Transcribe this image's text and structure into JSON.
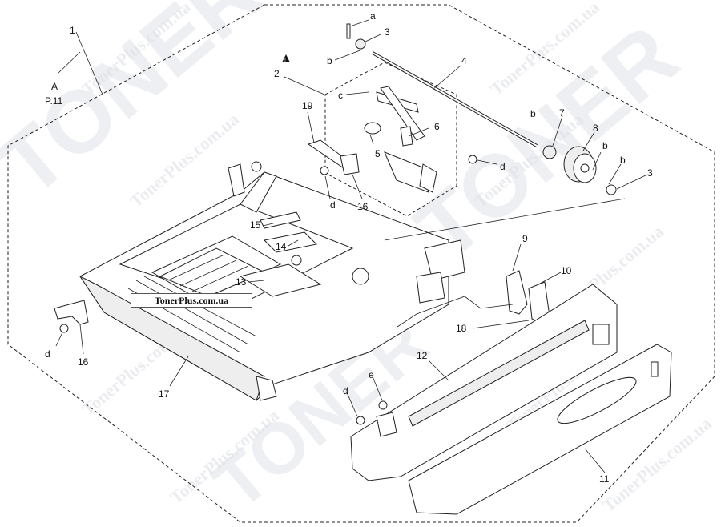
{
  "watermark": {
    "brand": "TONER",
    "site": "TonerPlus.com.ua"
  },
  "banner": "TonerPlus.com.ua",
  "reference": {
    "ref_label": "A",
    "page_ref": "P.11"
  },
  "callouts": {
    "c1": "1",
    "c2": "2",
    "c3a": "3",
    "c3b": "3",
    "c4": "4",
    "c5": "5",
    "c6": "6",
    "c7": "7",
    "c8": "8",
    "c9": "9",
    "c10": "10",
    "c11": "11",
    "c12": "12",
    "c13": "13",
    "c14": "14",
    "c15": "15",
    "c16a": "16",
    "c16b": "16",
    "c17": "17",
    "c18": "18",
    "c19": "19",
    "ca": "a",
    "cba": "b",
    "cbb": "b",
    "cbc": "b",
    "cbd": "b",
    "cc": "c",
    "cda": "d",
    "cdb": "d",
    "cdc": "d",
    "cdd": "d",
    "ce": "e"
  },
  "colors": {
    "line": "#222222",
    "watermark": "#d9dde3"
  }
}
